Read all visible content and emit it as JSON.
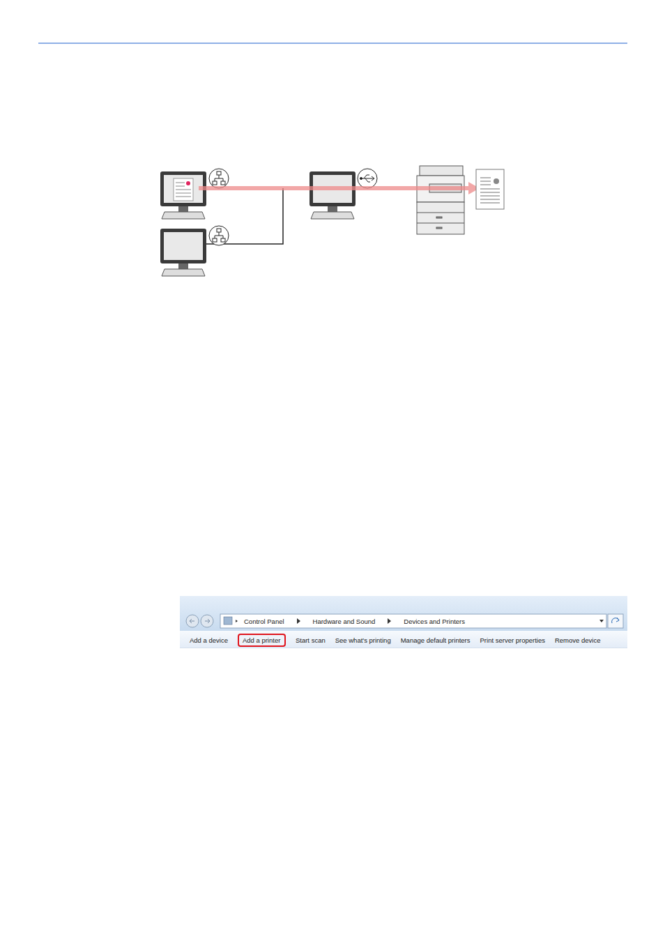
{
  "diagram": {
    "nodes": [
      {
        "text": [
          "Add a printer"
        ]
      }
    ],
    "labels": [
      "Control Panel",
      "Hardware and Sound",
      "Devices and Printers",
      "Add a device",
      "Start scan",
      "See what's printing",
      "Manage default printers",
      "Print server properties",
      "Remove device"
    ]
  }
}
